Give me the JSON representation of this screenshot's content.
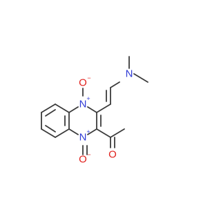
{
  "colors": {
    "bond": "#3a3a3a",
    "nitrogen": "#2f3bd6",
    "oxygen": "#e0201c"
  },
  "atoms": {
    "n_amine": "N",
    "n_oxide_top": "N",
    "n_oxide_top_charge": "+",
    "o_oxide_top": "O",
    "o_oxide_top_charge": "−",
    "n_oxide_bottom": "N",
    "n_oxide_bottom_charge": "+",
    "o_oxide_bottom": "O",
    "o_oxide_bottom_charge": "−",
    "o_carbonyl": "O"
  }
}
